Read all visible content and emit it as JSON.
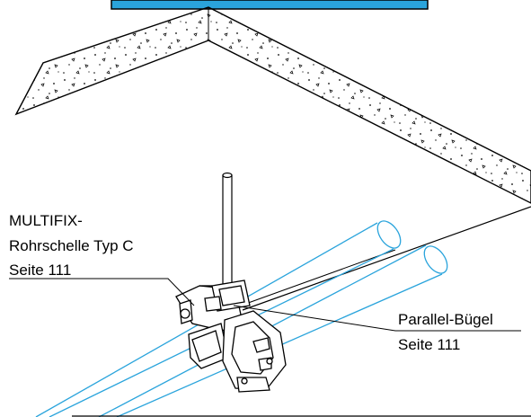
{
  "labels": {
    "multifix_line1": "MULTIFIX-",
    "multifix_line2": "Rohrschelle Typ C",
    "multifix_page": "Seite 111",
    "parallel_line1": "Parallel-Bügel",
    "parallel_page": "Seite 111"
  },
  "colors": {
    "header_bar": "#2aa4dc",
    "pipe": "#2aa4dc",
    "linework": "#000000"
  }
}
